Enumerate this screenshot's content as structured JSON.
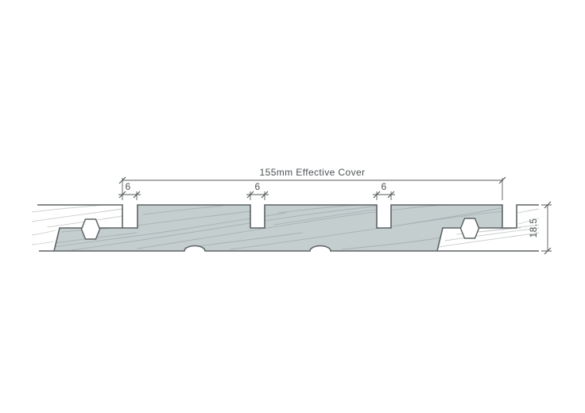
{
  "drawing": {
    "title_note": "155mm Effective Cover",
    "dimensions": {
      "effective_cover": "155mm Effective Cover",
      "grooves": [
        "6",
        "6",
        "6"
      ],
      "thickness": "18.5"
    },
    "colors": {
      "background": "#ffffff",
      "board_fill": "#c5cecf",
      "outline": "#5d6365",
      "grain_on_gray": "#a7b1b3",
      "grain_on_white": "#c9cdcd",
      "dimension_lines": "#545a5c",
      "text": "#4c5254",
      "fastener_fill": "#ffffff"
    },
    "icons": {
      "fastener": "hex-head-fastener"
    }
  }
}
